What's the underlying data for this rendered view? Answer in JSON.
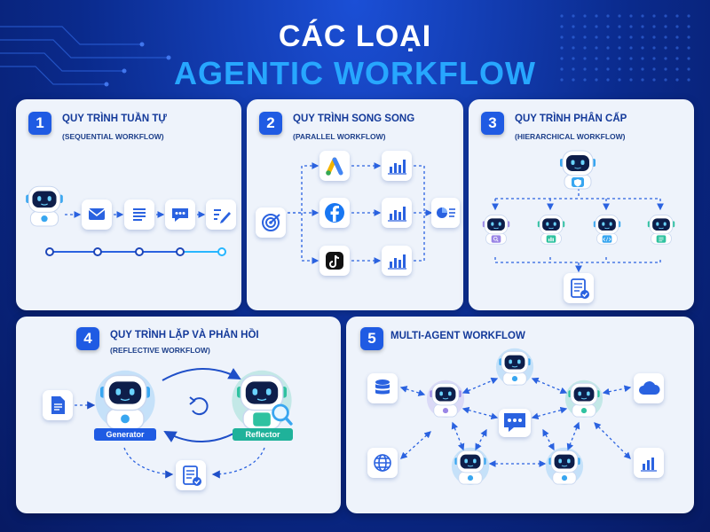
{
  "header": {
    "title_line1": "CÁC LOẠI",
    "title_line2": "AGENTIC WORKFLOW"
  },
  "colors": {
    "background": "#0a2a8c",
    "accent": "#27a7ff",
    "badge": "#1f5be3",
    "card": "#eef3fb",
    "bot_blue": "#38a6f0",
    "bot_purple": "#9a86e6",
    "bot_green": "#2fc2a0",
    "generator_label": "#1f5be3",
    "reflector_label": "#1fb29a"
  },
  "panels": [
    {
      "number": "1",
      "title": "QUY TRÌNH TUẦN TỰ",
      "subtitle": "(SEQUENTIAL WORKFLOW)",
      "icons": [
        "robot-icon",
        "mail-icon",
        "document-icon",
        "chat-icon",
        "edit-icon"
      ]
    },
    {
      "number": "2",
      "title": "QUY TRÌNH SONG SONG",
      "subtitle": "(PARALLEL WORKFLOW)",
      "icons": [
        "target-icon",
        "google-ads-icon",
        "facebook-icon",
        "tiktok-icon",
        "bar-chart-icon",
        "pie-report-icon"
      ]
    },
    {
      "number": "3",
      "title": "QUY TRÌNH PHÂN CẤP",
      "subtitle": "(HIERARCHICAL WORKFLOW)",
      "icons": [
        "manager-robot-icon",
        "search-icon",
        "chart-icon",
        "code-icon",
        "document-icon",
        "report-icon"
      ]
    },
    {
      "number": "4",
      "title": "QUY TRÌNH LẶP VÀ PHẢN HỒI",
      "subtitle": "(REFLECTIVE WORKFLOW)",
      "generator_label": "Generator",
      "reflector_label": "Reflector"
    },
    {
      "number": "5",
      "title": "MULTI-AGENT WORKFLOW",
      "icons": [
        "database-icon",
        "cloud-icon",
        "globe-icon",
        "bar-chart-icon",
        "chat-hub-icon"
      ]
    }
  ]
}
